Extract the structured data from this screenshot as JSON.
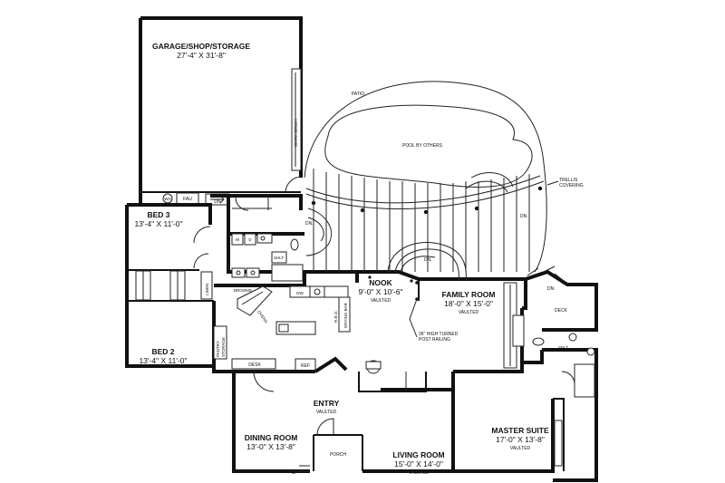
{
  "rooms": {
    "garage": {
      "name": "GARAGE/SHOP/STORAGE",
      "dims": "27'-4\" X 31'-8\""
    },
    "bed3": {
      "name": "BED 3",
      "dims": "13'-4\" X 11'-0\""
    },
    "bed2": {
      "name": "BED 2",
      "dims": "13'-4\" X 11'-0\""
    },
    "nook": {
      "name": "NOOK",
      "dims": "9'-0\" X 10'-6\"",
      "note": "VAULTED"
    },
    "family": {
      "name": "FAMILY ROOM",
      "dims": "18'-0\" X 15'-0\"",
      "note": "VAULTED"
    },
    "entry": {
      "name": "ENTRY",
      "note": "VAULTED"
    },
    "dining": {
      "name": "DINING ROOM",
      "dims": "13'-0\" X 13'-8\""
    },
    "living": {
      "name": "LIVING ROOM",
      "dims": "15'-0\" X 14'-0\"",
      "note": "VAULTED"
    },
    "master": {
      "name": "MASTER SUITE",
      "dims": "17'-0\" X 13'-8\"",
      "note": "VAULTED"
    }
  },
  "labels": {
    "patio": "PATIO",
    "pool": "POOL BY OTHERS",
    "trellis1": "TRELLIS",
    "trellis2": "COVERING",
    "deck": "DECK",
    "porch": "PORCH",
    "work_bench": "WORK BENCH",
    "fau": "FAU",
    "wh": "WH",
    "dn_garage": "DN",
    "dn_bed3": "DN.",
    "dn_patio": "DN.",
    "dn_trellis": "DN.",
    "dn_deck": "DN.",
    "up_porch": "UP",
    "shlt1": "SHLT",
    "shlt2": "SHLT",
    "linen": "LINEN",
    "brooms": "BROOMS",
    "dw": "DW",
    "ovens": "OVENS",
    "rbo": "R.B.O.",
    "drying_bar": "DRYING BAR",
    "railing1": "36\" HIGH TURNED",
    "railing2": "POST RAILING",
    "pantry1": "PANTRY",
    "pantry2": "STORAGE",
    "desk": "DESK",
    "ref": "REF",
    "washer": "W",
    "dryer": "D"
  }
}
